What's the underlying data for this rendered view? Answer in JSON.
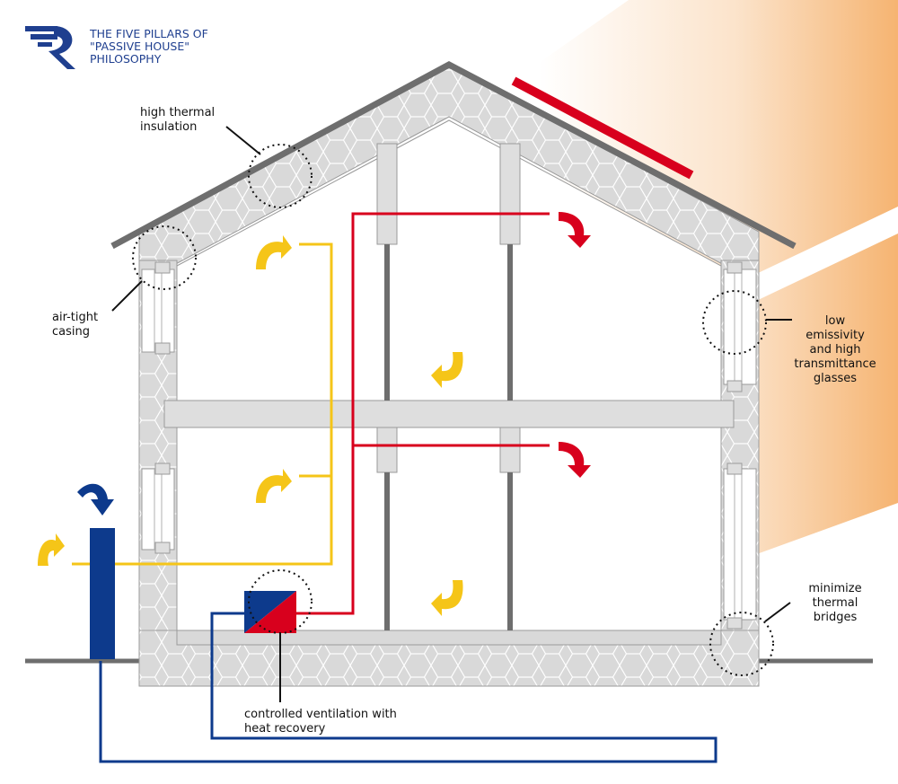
{
  "header": {
    "title_lines": [
      "THE FIVE PILLARS OF",
      "\"PASSIVE HOUSE\"",
      "PHILOSOPHY"
    ]
  },
  "labels": {
    "high_thermal_insulation": [
      "high thermal",
      "insulation"
    ],
    "air_tight_casing": [
      "air-tight",
      "casing"
    ],
    "low_emissivity_glasses": [
      "low",
      "emissivity",
      "and high",
      "transmittance",
      "glasses"
    ],
    "minimize_thermal_bridges": [
      "minimize",
      "thermal",
      "bridges"
    ],
    "controlled_ventilation": [
      "controlled ventilation with",
      "heat recovery"
    ]
  },
  "colors": {
    "brand_blue": "#1f3f8f",
    "roof_grey": "#6e6e6e",
    "wall_grey": "#d9d9d9",
    "outline_grey": "#9a9a9a",
    "hot_red": "#d8001d",
    "fresh_yellow": "#f5c518",
    "cold_blue": "#0d3a8c",
    "sun_orange": "#f5b06a"
  },
  "icons": {
    "logo": "r-logo",
    "warm_air": "curved-arrow-icon",
    "hot_air": "curved-arrow-icon",
    "cold_air": "curved-arrow-icon"
  }
}
